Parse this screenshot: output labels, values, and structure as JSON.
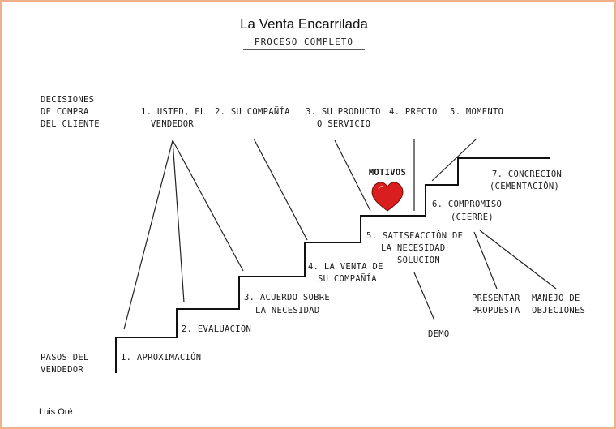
{
  "title": "La Venta Encarrilada",
  "subtitle": "PROCESO COMPLETO",
  "author": "Luis Oré",
  "heart_color": "#d81e1e",
  "border_color": "#f2b08a",
  "decisions": {
    "header": [
      "DECISIONES",
      "DE COMPRA",
      "DEL CLIENTE"
    ],
    "items": [
      [
        "1. USTED, EL",
        "VENDEDOR"
      ],
      [
        "2. SU COMPAÑÍA"
      ],
      [
        "3. SU PRODUCTO",
        "O SERVICIO"
      ],
      [
        "4. PRECIO"
      ],
      [
        "5. MOMENTO"
      ]
    ]
  },
  "motivos": "MOTIVOS",
  "vendor_header": [
    "PASOS DEL",
    "VENDEDOR"
  ],
  "steps": [
    [
      "1. APROXIMACIÓN"
    ],
    [
      "2. EVALUACIÓN"
    ],
    [
      "3. ACUERDO SOBRE",
      "LA NECESIDAD"
    ],
    [
      "4. LA VENTA DE",
      "SU COMPAÑÍA"
    ],
    [
      "5. SATISFACCIÓN DE",
      "LA NECESIDAD",
      "SOLUCIÓN"
    ],
    [
      "6. COMPROMISO",
      "(CIERRE)"
    ],
    [
      "7. CONCRECIÓN",
      "(CEMENTACIÓN)"
    ]
  ],
  "sub_items": {
    "demo": "DEMO",
    "presentar": [
      "PRESENTAR",
      "PROPUESTA"
    ],
    "manejo": [
      "MANEJO DE",
      "OBJECIONES"
    ]
  }
}
